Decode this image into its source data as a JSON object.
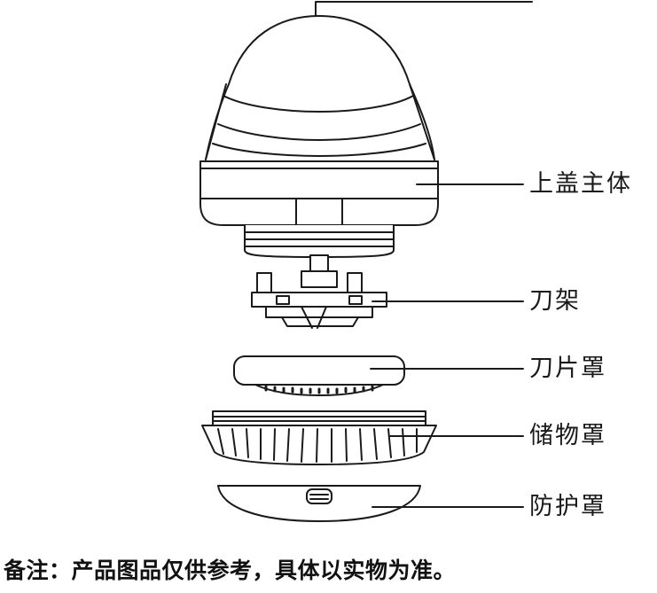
{
  "callouts": [
    {
      "id": "top-cover",
      "label": "上盖主体"
    },
    {
      "id": "blade-holder",
      "label": "刀架"
    },
    {
      "id": "blade-cover",
      "label": "刀片罩"
    },
    {
      "id": "storage-cover",
      "label": "储物罩"
    },
    {
      "id": "protective-cover",
      "label": "防护罩"
    }
  ],
  "note": "备注：产品图品仅供参考，具体以实物为准。",
  "colors": {
    "line": "#1a1a1a",
    "fill": "#ffffff",
    "text": "#1a1a1a"
  }
}
